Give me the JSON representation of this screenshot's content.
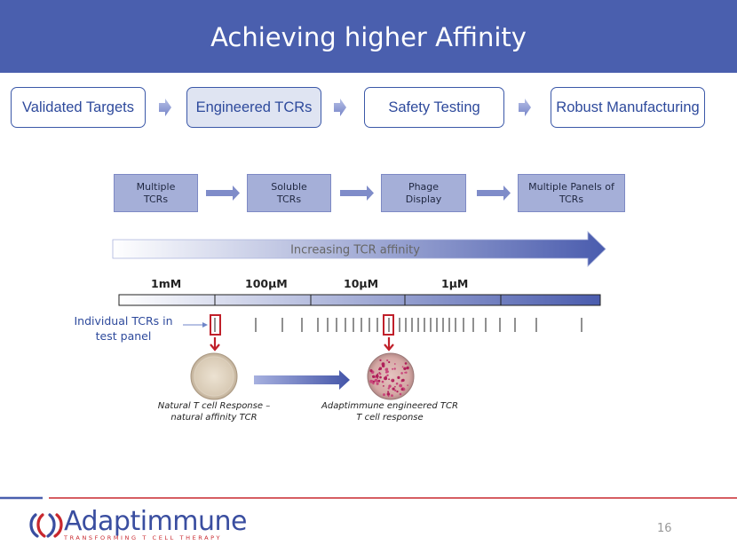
{
  "header": {
    "title": "Achieving higher Affinity"
  },
  "steps": [
    {
      "label": "Validated Targets"
    },
    {
      "label": "Engineered TCRs",
      "active": true
    },
    {
      "label": "Safety Testing"
    },
    {
      "label": "Robust Manufacturing"
    }
  ],
  "substeps": [
    {
      "label": "Multiple TCRs"
    },
    {
      "label": "Soluble TCRs"
    },
    {
      "label": "Phage Display"
    },
    {
      "label": "Multiple Panels of TCRs"
    }
  ],
  "affinity_arrow": {
    "label": "Increasing TCR affinity"
  },
  "concentrations": [
    "1mM",
    "100μM",
    "10μM",
    "1μM"
  ],
  "side_label": "Individual TCRs in test panel",
  "captions": {
    "natural": "Natural T cell Response – natural affinity TCR",
    "engineered": "Adaptimmune engineered TCR T cell response"
  },
  "logo": {
    "name": "Adaptimmune",
    "tagline": "TRANSFORMING T CELL THERAPY"
  },
  "page_number": "16",
  "colors": {
    "brand_blue": "#4a5fae",
    "brand_red": "#c8282e",
    "text_blue": "#2e4a9c",
    "subbox": "#a5afd8"
  }
}
